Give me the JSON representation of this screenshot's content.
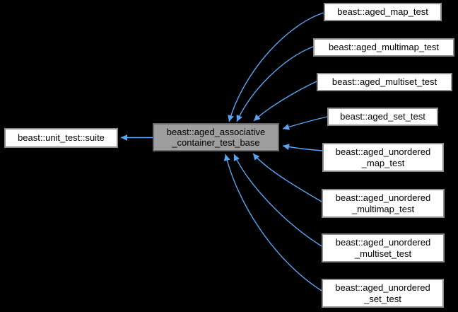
{
  "diagram": {
    "type": "inheritance-graph",
    "colors": {
      "background": "#000000",
      "edge": "#5aa5f2",
      "node_fill": "#ffffff",
      "node_border": "#8c8c8c",
      "focus_node_fill": "#9e9e9e",
      "focus_node_border": "#6a6a6a",
      "text": "#000000"
    },
    "nodes": {
      "base": {
        "label": "beast::unit_test::suite"
      },
      "focus": {
        "label": "beast::aged_associative\n_container_test_base"
      },
      "derived": [
        {
          "label": "beast::aged_map_test"
        },
        {
          "label": "beast::aged_multimap_test"
        },
        {
          "label": "beast::aged_multiset_test"
        },
        {
          "label": "beast::aged_set_test"
        },
        {
          "label": "beast::aged_unordered\n_map_test"
        },
        {
          "label": "beast::aged_unordered\n_multimap_test"
        },
        {
          "label": "beast::aged_unordered\n_multiset_test"
        },
        {
          "label": "beast::aged_unordered\n_set_test"
        }
      ]
    },
    "relationships": [
      {
        "from": "beast::aged_associative_container_test_base",
        "to": "beast::unit_test::suite"
      },
      {
        "from": "beast::aged_map_test",
        "to": "beast::aged_associative_container_test_base"
      },
      {
        "from": "beast::aged_multimap_test",
        "to": "beast::aged_associative_container_test_base"
      },
      {
        "from": "beast::aged_multiset_test",
        "to": "beast::aged_associative_container_test_base"
      },
      {
        "from": "beast::aged_set_test",
        "to": "beast::aged_associative_container_test_base"
      },
      {
        "from": "beast::aged_unordered_map_test",
        "to": "beast::aged_associative_container_test_base"
      },
      {
        "from": "beast::aged_unordered_multimap_test",
        "to": "beast::aged_associative_container_test_base"
      },
      {
        "from": "beast::aged_unordered_multiset_test",
        "to": "beast::aged_associative_container_test_base"
      },
      {
        "from": "beast::aged_unordered_set_test",
        "to": "beast::aged_associative_container_test_base"
      }
    ]
  }
}
